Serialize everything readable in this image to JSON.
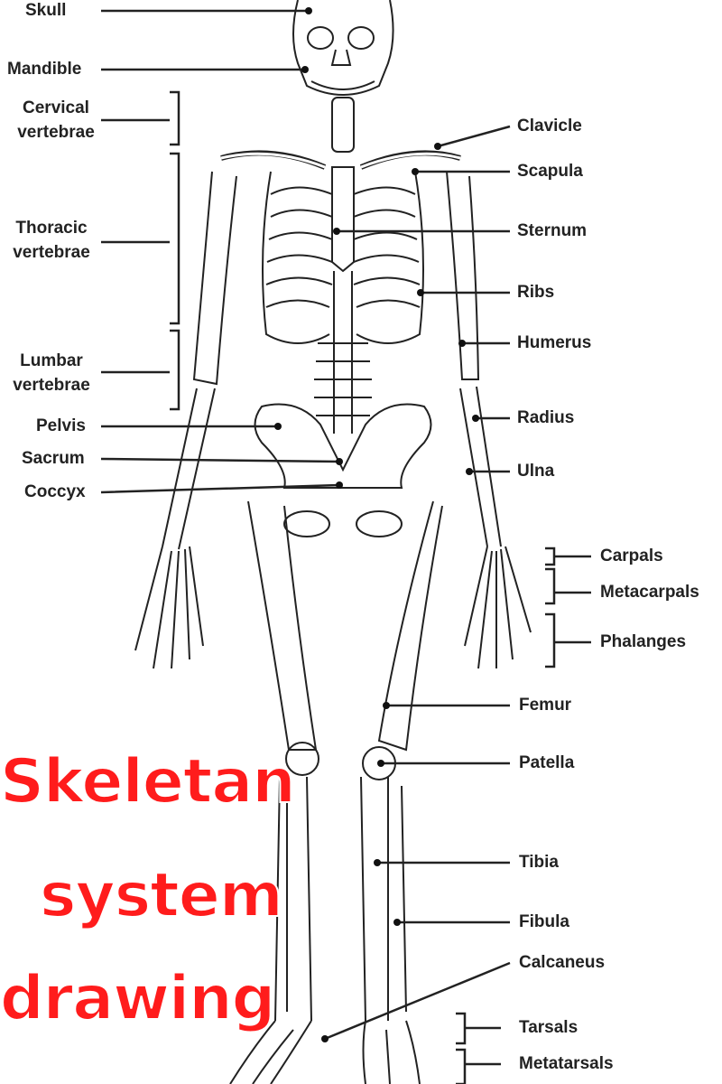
{
  "labels": {
    "skull": "Skull",
    "mandible": "Mandible",
    "cervical_1": "Cervical",
    "cervical_2": "vertebrae",
    "thoracic_1": "Thoracic",
    "thoracic_2": "vertebrae",
    "lumbar_1": "Lumbar",
    "lumbar_2": "vertebrae",
    "pelvis": "Pelvis",
    "sacrum": "Sacrum",
    "coccyx": "Coccyx",
    "clavicle": "Clavicle",
    "scapula": "Scapula",
    "sternum": "Sternum",
    "ribs": "Ribs",
    "humerus": "Humerus",
    "radius": "Radius",
    "ulna": "Ulna",
    "carpals": "Carpals",
    "metacarpals": "Metacarpals",
    "phalanges": "Phalanges",
    "femur": "Femur",
    "patella": "Patella",
    "tibia": "Tibia",
    "fibula": "Fibula",
    "calcaneus": "Calcaneus",
    "tarsals": "Tarsals",
    "metatarsals": "Metatarsals"
  },
  "title": {
    "line1": "Skeletan",
    "line2": "system",
    "line3": "drawing",
    "color": "#ff1c1c"
  }
}
